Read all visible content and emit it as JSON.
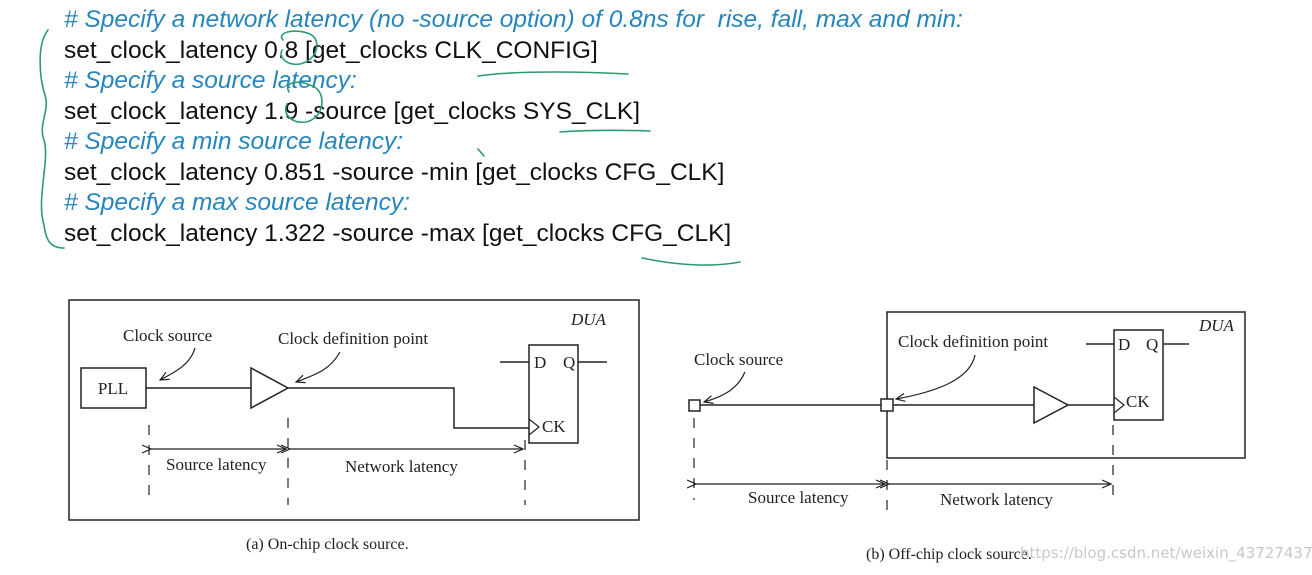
{
  "code_lines": [
    {
      "kind": "comment",
      "text": "# Specify a network latency (no -source option) of 0.8ns for  rise, fall, max and min:"
    },
    {
      "kind": "command",
      "text": "set_clock_latency 0.8 [get_clocks CLK_CONFIG]"
    },
    {
      "kind": "comment",
      "text": "# Specify a source latency:"
    },
    {
      "kind": "command",
      "text": "set_clock_latency 1.9 -source [get_clocks SYS_CLK]"
    },
    {
      "kind": "comment",
      "text": "# Specify a min source latency:"
    },
    {
      "kind": "command",
      "text": "set_clock_latency 0.851 -source -min [get_clocks CFG_CLK]"
    },
    {
      "kind": "comment",
      "text": "# Specify a max source latency:"
    },
    {
      "kind": "command",
      "text": "set_clock_latency 1.322 -source -max [get_clocks CFG_CLK]"
    }
  ],
  "diagram_a": {
    "dua": "DUA",
    "pll": "PLL",
    "clock_source": "Clock source",
    "clock_definition_point": "Clock definition point",
    "ff_d": "D",
    "ff_q": "Q",
    "ff_ck": "CK",
    "source_latency": "Source latency",
    "network_latency": "Network latency",
    "caption": "(a) On-chip clock source."
  },
  "diagram_b": {
    "dua": "DUA",
    "clock_source": "Clock source",
    "clock_definition_point": "Clock definition point",
    "ff_d": "D",
    "ff_q": "Q",
    "ff_ck": "CK",
    "source_latency": "Source latency",
    "network_latency": "Network latency",
    "caption": "(b) Off-chip clock source."
  },
  "watermark": "https://blog.csdn.net/weixin_43727437",
  "colors": {
    "comment": "#2585bd",
    "command": "#111111",
    "annotation": "#2a9d6a"
  }
}
